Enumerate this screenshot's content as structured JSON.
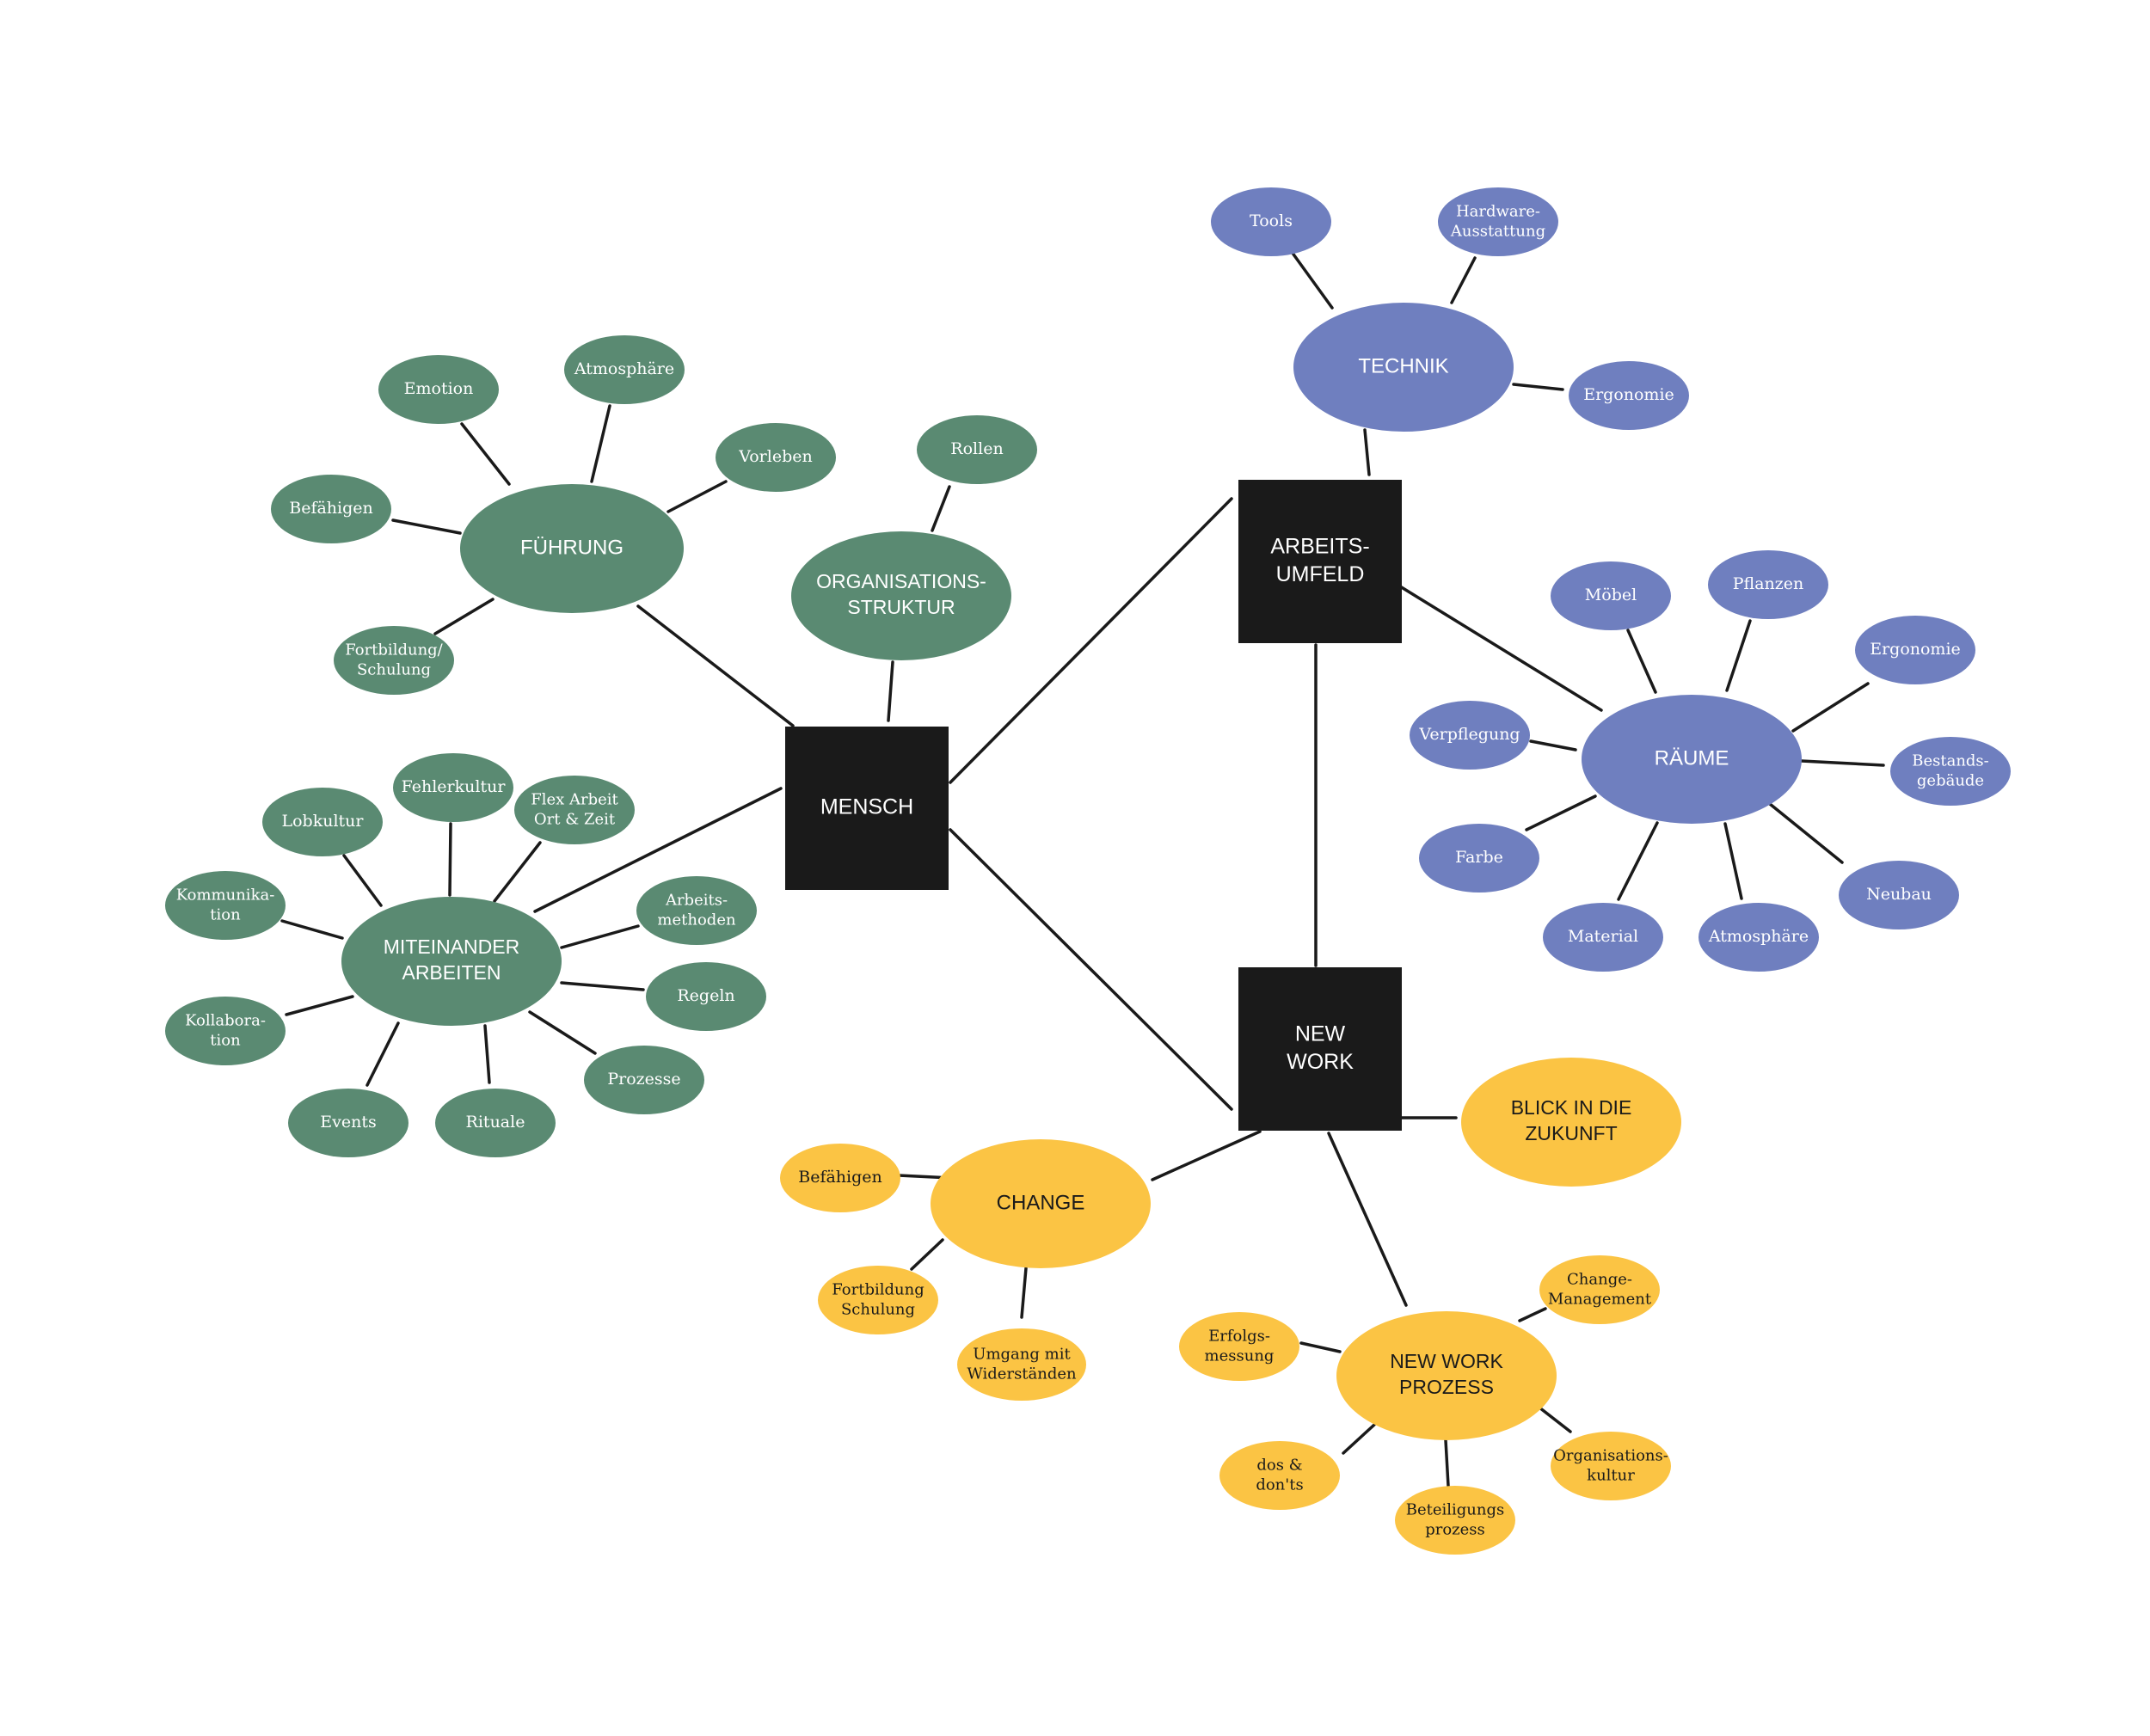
{
  "colors": {
    "green": "#5a8a72",
    "blue": "#6f7fbf",
    "yellow": "#fbc444",
    "black": "#1a1a1a",
    "line": "#1a1a1a"
  },
  "nodes": {
    "mensch": [
      "MENSCH"
    ],
    "arbeitsumfeld": [
      "ARBEITS-",
      "UMFELD"
    ],
    "newwork": [
      "NEW",
      "WORK"
    ],
    "fuehrung": [
      "FÜHRUNG"
    ],
    "orgstruktur": [
      "ORGANISATIONS-",
      "STRUKTUR"
    ],
    "miteinander": [
      "MITEINANDER",
      "ARBEITEN"
    ],
    "technik": [
      "TECHNIK"
    ],
    "raeume": [
      "RÄUME"
    ],
    "change": [
      "CHANGE"
    ],
    "blick": [
      "BLICK IN DIE",
      "ZUKUNFT"
    ],
    "nwprozess": [
      "NEW WORK",
      "PROZESS"
    ],
    "f_emotion": [
      "Emotion"
    ],
    "f_atmos": [
      "Atmosphäre"
    ],
    "f_vorleben": [
      "Vorleben"
    ],
    "f_befaehigen": [
      "Befähigen"
    ],
    "f_fortbildung": [
      "Fortbildung/",
      "Schulung"
    ],
    "o_rollen": [
      "Rollen"
    ],
    "m_lobkultur": [
      "Lobkultur"
    ],
    "m_fehler": [
      "Fehlerkultur"
    ],
    "m_flex": [
      "Flex Arbeit",
      "Ort & Zeit"
    ],
    "m_kommunikation": [
      "Kommunika-",
      "tion"
    ],
    "m_methoden": [
      "Arbeits-",
      "methoden"
    ],
    "m_regeln": [
      "Regeln"
    ],
    "m_kollaboration": [
      "Kollabora-",
      "tion"
    ],
    "m_prozesse": [
      "Prozesse"
    ],
    "m_events": [
      "Events"
    ],
    "m_rituale": [
      "Rituale"
    ],
    "t_tools": [
      "Tools"
    ],
    "t_hardware": [
      "Hardware-",
      "Ausstattung"
    ],
    "t_ergonomie": [
      "Ergonomie"
    ],
    "r_moebel": [
      "Möbel"
    ],
    "r_pflanzen": [
      "Pflanzen"
    ],
    "r_ergonomie": [
      "Ergonomie"
    ],
    "r_verpflegung": [
      "Verpflegung"
    ],
    "r_bestand": [
      "Bestands-",
      "gebäude"
    ],
    "r_farbe": [
      "Farbe"
    ],
    "r_neubau": [
      "Neubau"
    ],
    "r_material": [
      "Material"
    ],
    "r_atmos": [
      "Atmosphäre"
    ],
    "c_befaehigen": [
      "Befähigen"
    ],
    "c_fortbildung": [
      "Fortbildung",
      "Schulung"
    ],
    "c_umgang": [
      "Umgang mit",
      "Widerständen"
    ],
    "p_erfolg": [
      "Erfolgs-",
      "messung"
    ],
    "p_change": [
      "Change-",
      "Management"
    ],
    "p_dos": [
      "dos &",
      "don'ts"
    ],
    "p_beteiligung": [
      "Beteiligungs",
      "prozess"
    ],
    "p_orgkultur": [
      "Organisations-",
      "kultur"
    ]
  }
}
